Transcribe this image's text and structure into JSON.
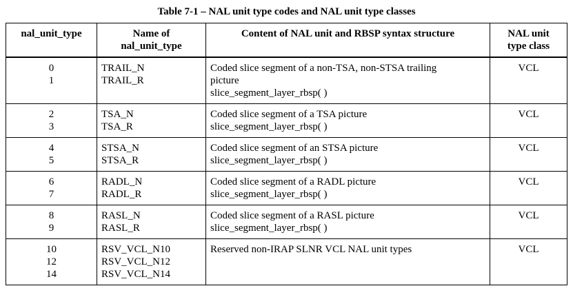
{
  "caption": "Table 7-1 – NAL unit type codes and NAL unit type classes",
  "headers": {
    "col1": "nal_unit_type",
    "col2_line1": "Name of",
    "col2_line2": "nal_unit_type",
    "col3": "Content of NAL unit and RBSP syntax structure",
    "col4_line1": "NAL unit",
    "col4_line2": "type class"
  },
  "rows": [
    {
      "types": [
        "0",
        "1"
      ],
      "names": [
        "TRAIL_N",
        "TRAIL_R"
      ],
      "content": [
        "Coded slice segment of a non-TSA, non-STSA trailing picture",
        "slice_segment_layer_rbsp( )"
      ],
      "class": "VCL"
    },
    {
      "types": [
        "2",
        "3"
      ],
      "names": [
        "TSA_N",
        "TSA_R"
      ],
      "content": [
        "Coded slice segment of a TSA picture",
        "slice_segment_layer_rbsp( )"
      ],
      "class": "VCL"
    },
    {
      "types": [
        "4",
        "5"
      ],
      "names": [
        "STSA_N",
        "STSA_R"
      ],
      "content": [
        "Coded slice segment of an STSA picture",
        "slice_segment_layer_rbsp( )"
      ],
      "class": "VCL"
    },
    {
      "types": [
        "6",
        "7"
      ],
      "names": [
        "RADL_N",
        "RADL_R"
      ],
      "content": [
        "Coded slice segment of a RADL picture",
        "slice_segment_layer_rbsp( )"
      ],
      "class": "VCL"
    },
    {
      "types": [
        "8",
        "9"
      ],
      "names": [
        "RASL_N",
        "RASL_R"
      ],
      "content": [
        "Coded slice segment of a RASL picture",
        "slice_segment_layer_rbsp( )"
      ],
      "class": "VCL"
    },
    {
      "types": [
        "10",
        "12",
        "14"
      ],
      "names": [
        "RSV_VCL_N10",
        "RSV_VCL_N12",
        "RSV_VCL_N14"
      ],
      "content": [
        "Reserved non-IRAP SLNR VCL NAL unit types"
      ],
      "class": "VCL"
    }
  ]
}
